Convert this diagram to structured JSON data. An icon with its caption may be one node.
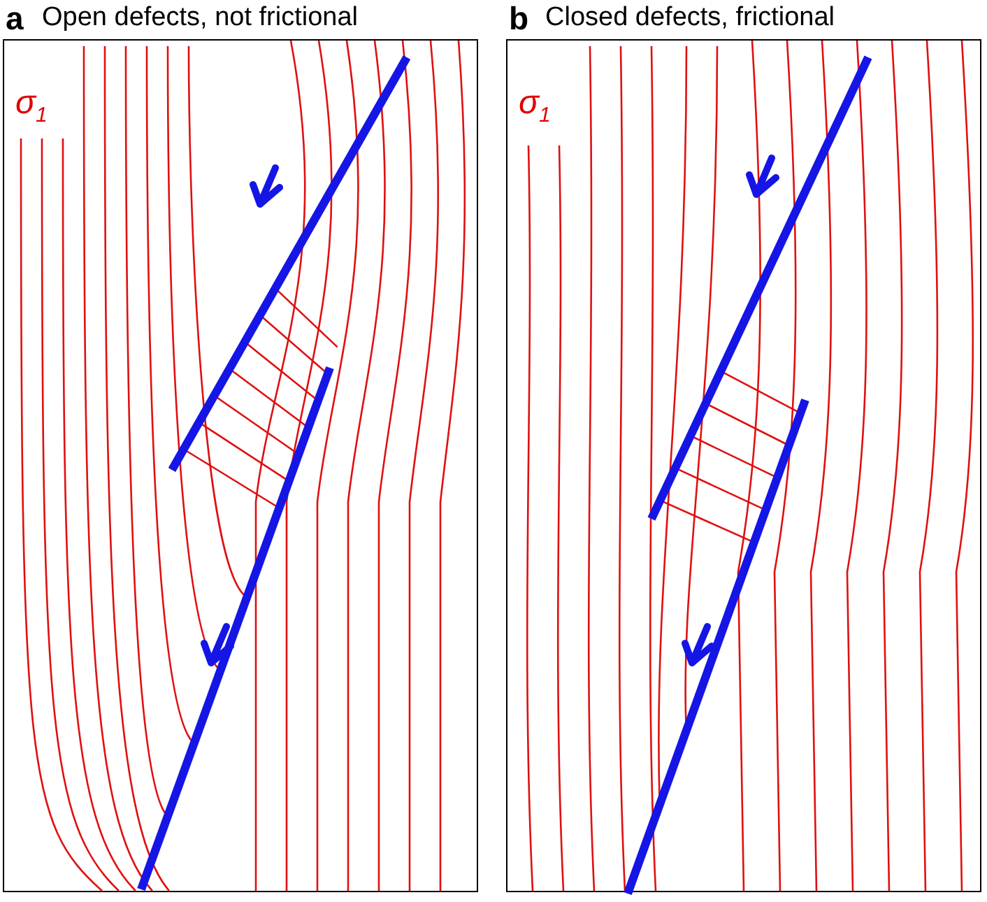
{
  "diagram": {
    "nodes": [
      {
        "text": [
          "a",
          "Open defects, not frictional",
          "σ$_{1}$"
        ]
      },
      {
        "text": [
          "b",
          "Closed defects, frictional",
          "σ$_{1}$"
        ]
      }
    ]
  }
}
